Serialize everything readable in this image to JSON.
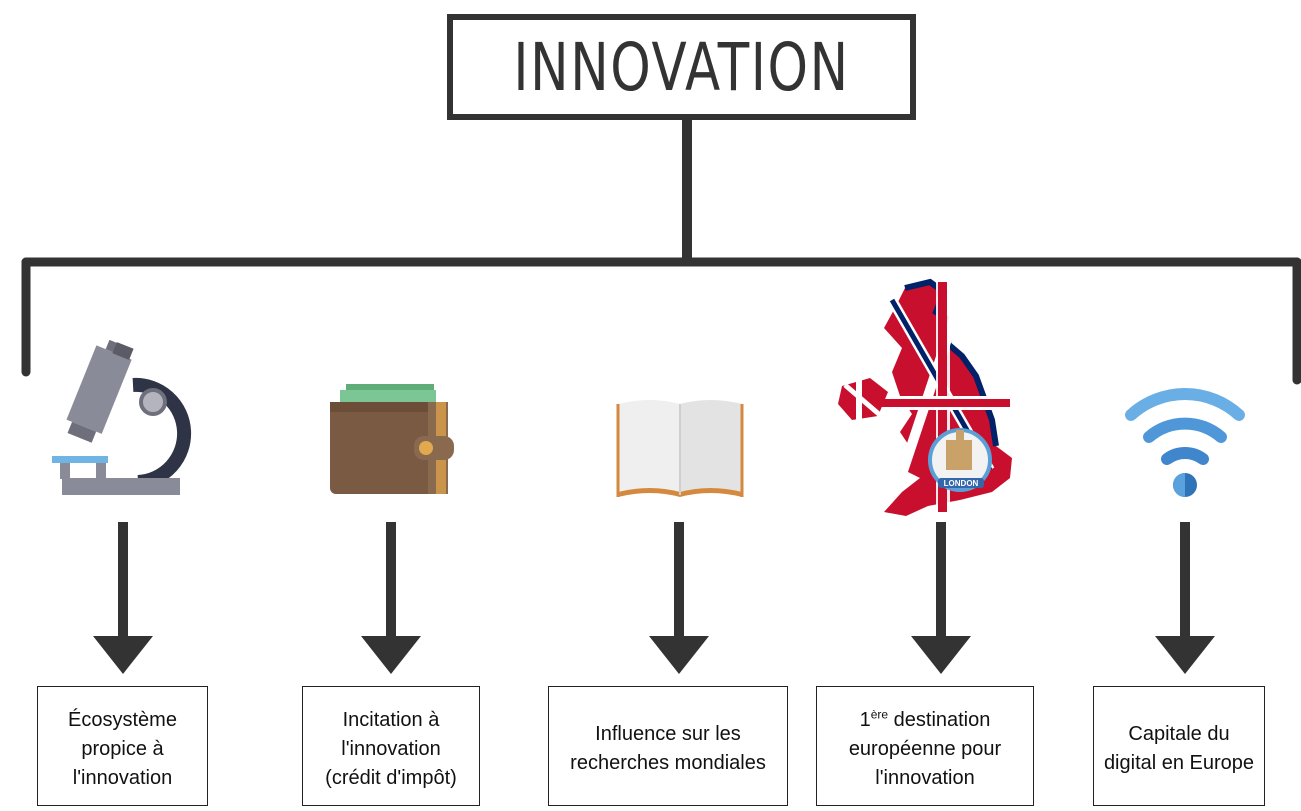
{
  "title": "INNOVATION",
  "branches": [
    {
      "icon": "microscope-icon",
      "label": "Écosystème propice à l'innovation"
    },
    {
      "icon": "wallet-icon",
      "label": "Incitation à l'innovation (crédit d'impôt)"
    },
    {
      "icon": "open-book-icon",
      "label": "Influence sur les recherches mondiales"
    },
    {
      "icon": "uk-map-london-icon",
      "label_pre": "1",
      "label_sup": "ère",
      "label_post": " destination européenne pour l'innovation",
      "badge": "LONDON"
    },
    {
      "icon": "wifi-icon",
      "label": "Capitale du digital en Europe"
    }
  ],
  "colors": {
    "stroke": "#333333",
    "box_border": "#222222"
  }
}
